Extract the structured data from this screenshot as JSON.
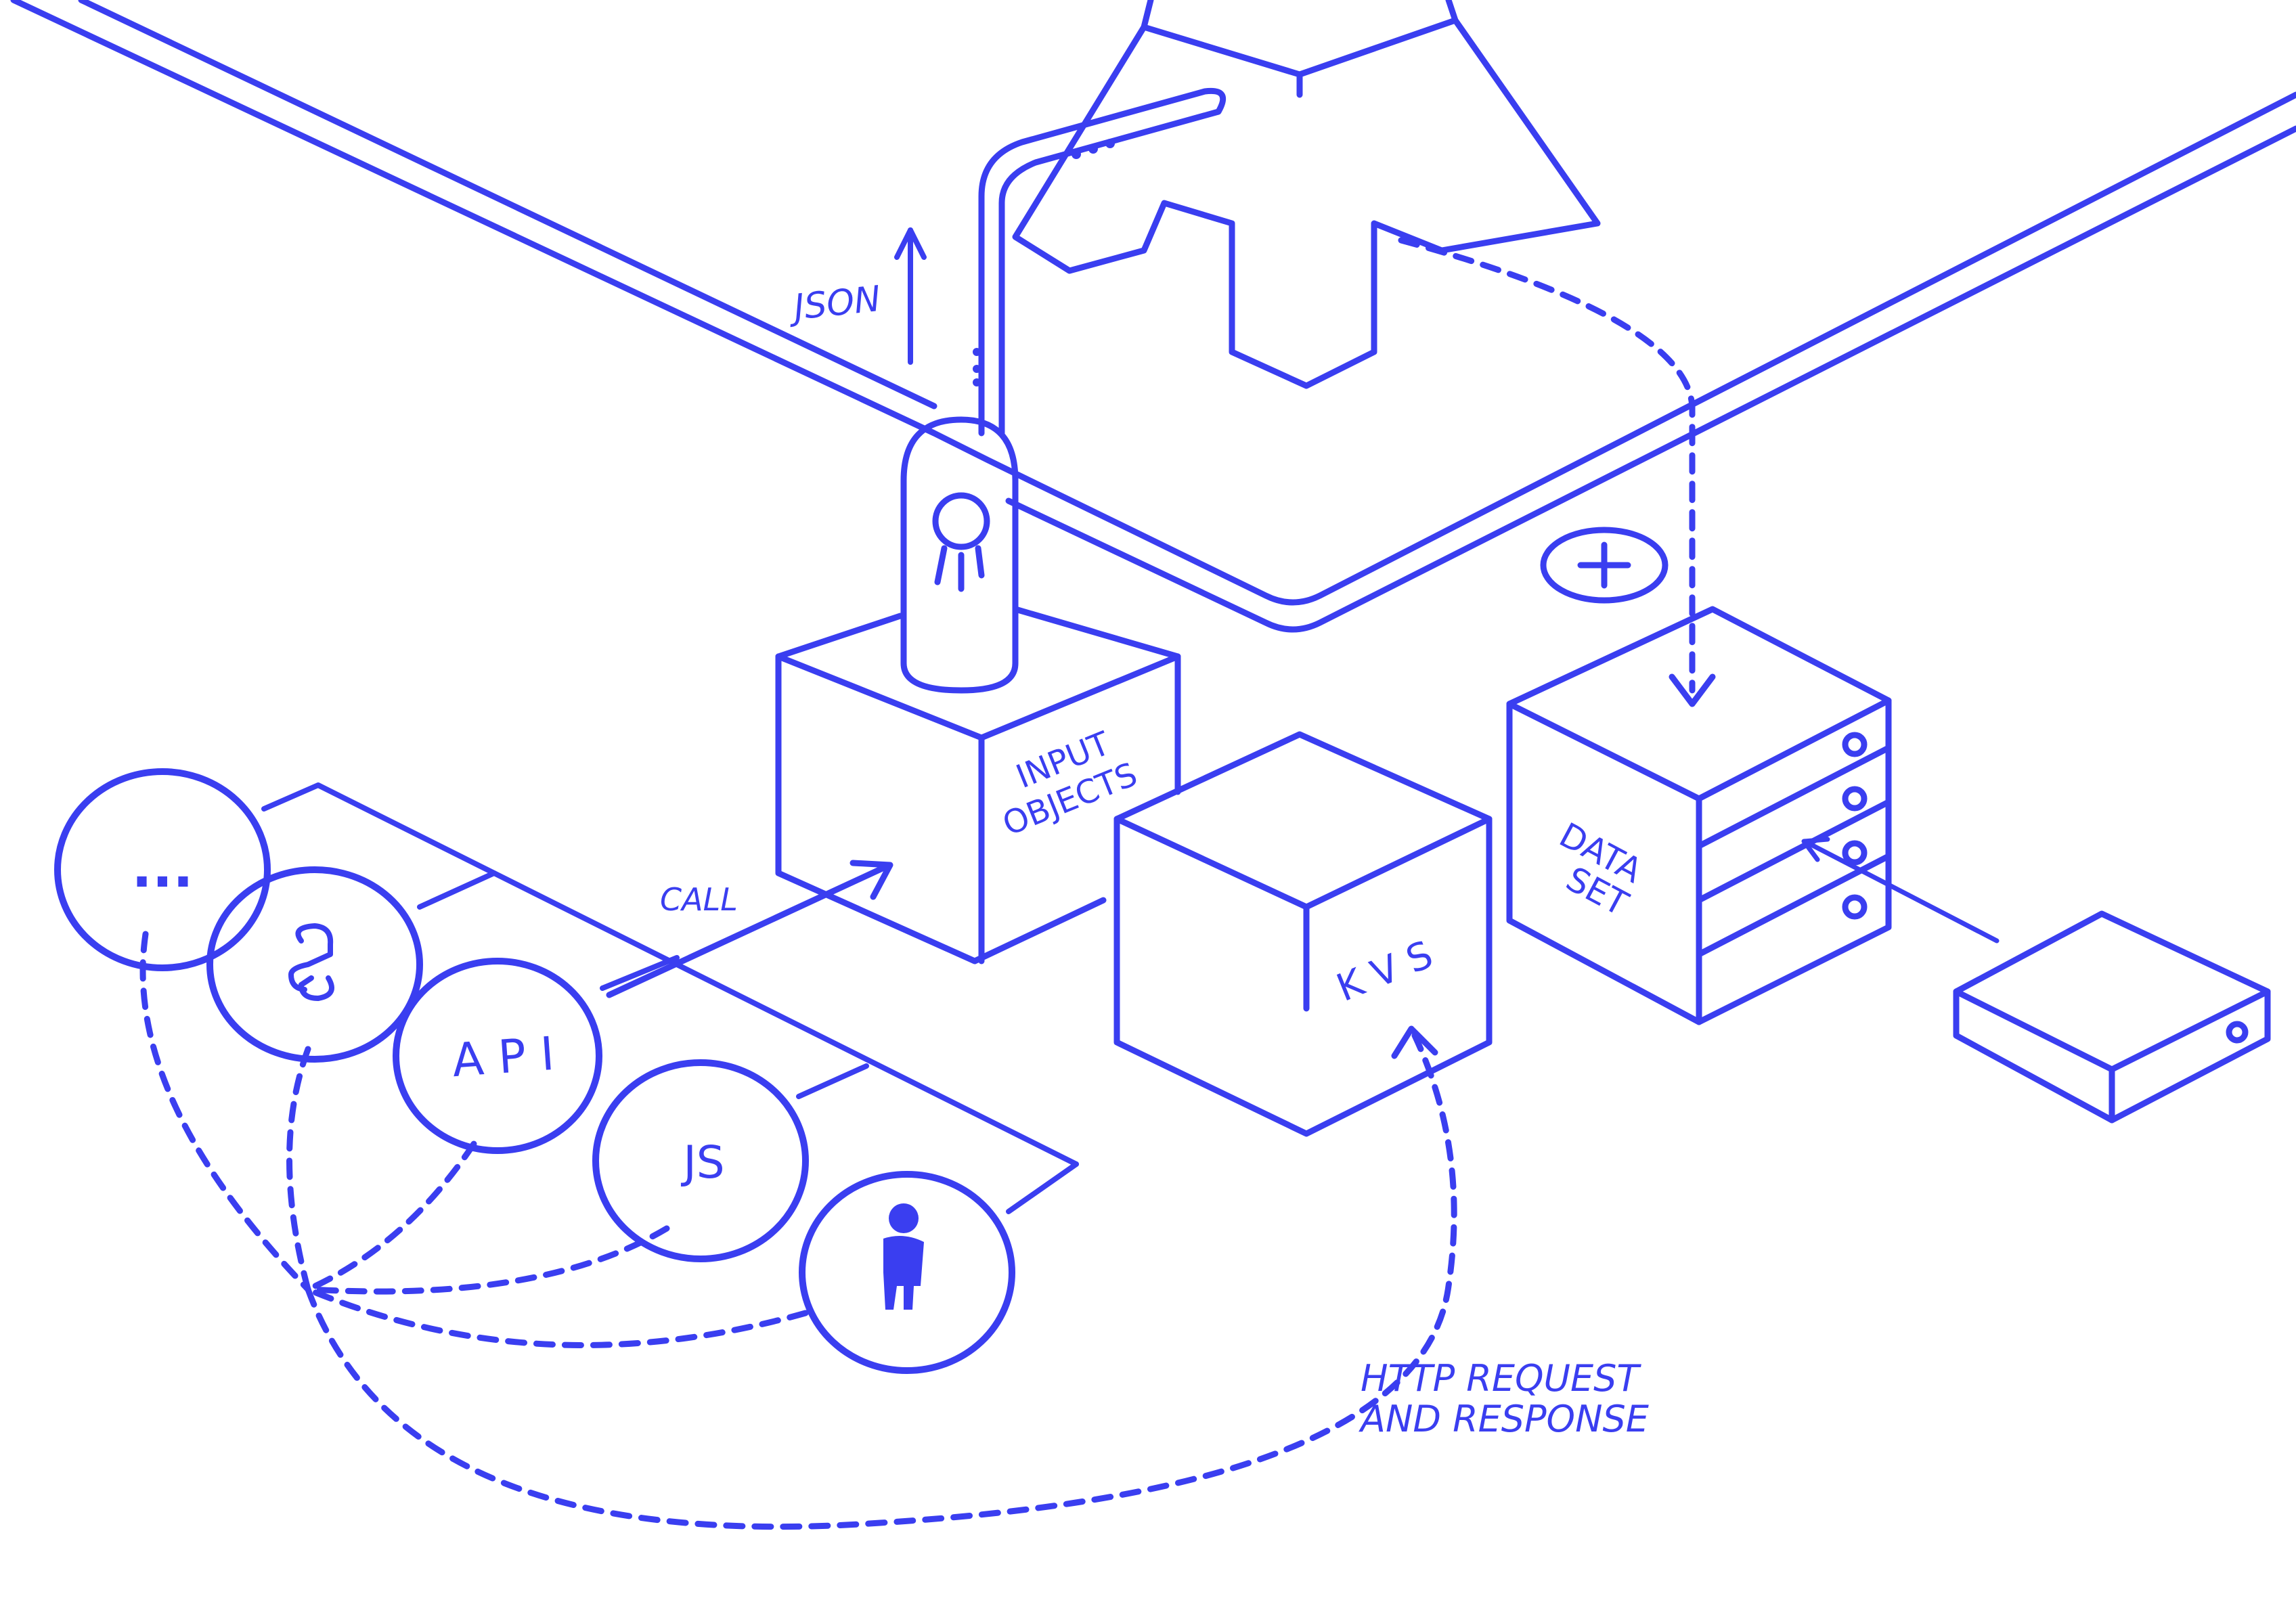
{
  "colors": {
    "ink": "#3a3ef0",
    "background": "#ffffff"
  },
  "labels": {
    "json": "JSON",
    "call": "CALL",
    "input_line1": "INPUT",
    "input_line2": "OBJECTS",
    "kvs": "K V S",
    "dataset_line1": "DATA",
    "dataset_line2": "SET",
    "http_line1": "HTTP REQUEST",
    "http_line2": "AND RESPONSE"
  },
  "clients": {
    "more": "...",
    "api": "A P I",
    "js": "JS"
  },
  "icons": [
    "python-icon",
    "person-icon",
    "plus-icon",
    "storage-drive-icon",
    "actor-container-icon"
  ]
}
